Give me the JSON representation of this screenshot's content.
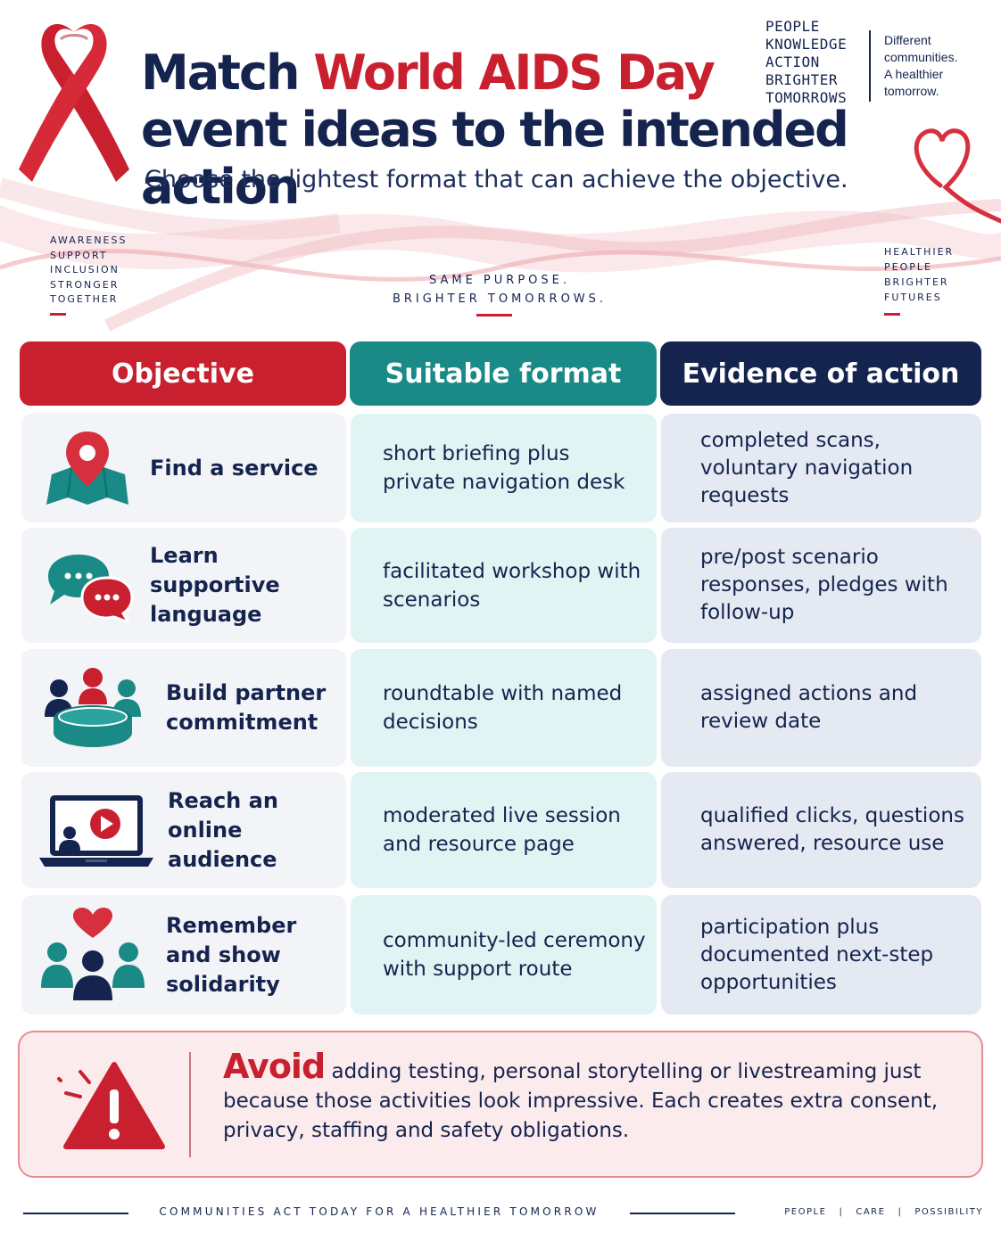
{
  "header": {
    "title_part1": "Match ",
    "title_highlight": "World AIDS Day",
    "title_part2": "event ideas to the intended action",
    "subtitle": "Choose the lightest format that can achieve the objective."
  },
  "top_right": {
    "keywords": [
      "PEOPLE",
      "KNOWLEDGE",
      "ACTION",
      "BRIGHTER",
      "TOMORROWS"
    ],
    "tagline": [
      "Different",
      "communities.",
      "A healthier",
      "tomorrow."
    ]
  },
  "banner": {
    "left_keywords": [
      "AWARENESS",
      "SUPPORT",
      "INCLUSION",
      "STRONGER",
      "TOGETHER"
    ],
    "center_lines": [
      "SAME PURPOSE.",
      "BRIGHTER TOMORROWS."
    ],
    "right_keywords": [
      "HEALTHIER",
      "PEOPLE",
      "BRIGHTER",
      "FUTURES"
    ]
  },
  "table": {
    "headers": [
      "Objective",
      "Suitable format",
      "Evidence of action"
    ],
    "rows": [
      {
        "icon": "map-pin-icon",
        "objective": "Find a service",
        "format": "short briefing plus private navigation desk",
        "evidence": "completed scans, voluntary navigation requests"
      },
      {
        "icon": "chat-bubbles-icon",
        "objective": "Learn supportive language",
        "format": "facilitated workshop with scenarios",
        "evidence": "pre/post scenario responses, pledges with follow-up"
      },
      {
        "icon": "roundtable-icon",
        "objective": "Build partner commitment",
        "format": "roundtable with named decisions",
        "evidence": "assigned actions and review date"
      },
      {
        "icon": "laptop-video-icon",
        "objective": "Reach an online audience",
        "format": "moderated live session and resource page",
        "evidence": "qualified clicks, questions answered, resource use"
      },
      {
        "icon": "community-heart-icon",
        "objective": "Remember and show solidarity",
        "format": "community-led ceremony with support route",
        "evidence": "participation plus documented next-step opportunities"
      }
    ]
  },
  "warning": {
    "icon": "warning-icon",
    "strong": "Avoid",
    "text": "adding testing, personal storytelling or livestreaming just because those activities look impressive. Each creates extra consent, privacy, staffing and safety obligations."
  },
  "footer": {
    "text": "COMMUNITIES ACT TODAY FOR A HEALTHIER TOMORROW",
    "right_items": [
      "PEOPLE",
      "CARE",
      "POSSIBILITY"
    ]
  },
  "colors": {
    "red": "#c8202e",
    "teal": "#1a8a86",
    "navy": "#15244f"
  }
}
